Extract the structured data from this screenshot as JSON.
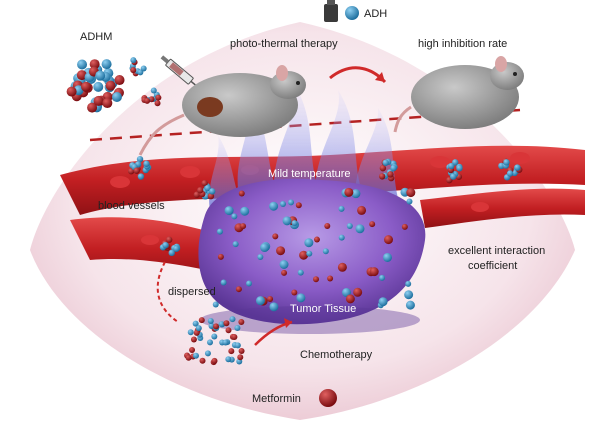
{
  "labels": {
    "adh": "ADH",
    "adhm": "ADHM",
    "photothermal": "photo-thermal therapy",
    "high_inhibition": "high inhibition rate",
    "blood_vessels": "blood vessels",
    "mild_temperature": "Mild temperature",
    "excellent_interaction_line1": "excellent interaction",
    "excellent_interaction_line2": "coefficient",
    "dispersed": "dispersed",
    "tumor_tissue": "Tumor Tissue",
    "chemotherapy": "Chemotherapy",
    "metformin": "Metformin"
  },
  "colors": {
    "nanoparticle_blue": "#2a8fc4",
    "metformin_red": "#a3161b",
    "vessel_red": "#c9282b",
    "tumor_purple": "#8b5cc9",
    "flame_blue": "#6a74d8",
    "arrow_red": "#d02a2a",
    "mouse_grey": "#8c8c8c",
    "background_pink": "#f3d9e0"
  },
  "icons": [
    "syringe-icon",
    "mouse-icon",
    "nanoparticle-icon",
    "lamp-icon",
    "metformin-icon",
    "tumor-icon",
    "flame-icon",
    "arrow-icon"
  ]
}
